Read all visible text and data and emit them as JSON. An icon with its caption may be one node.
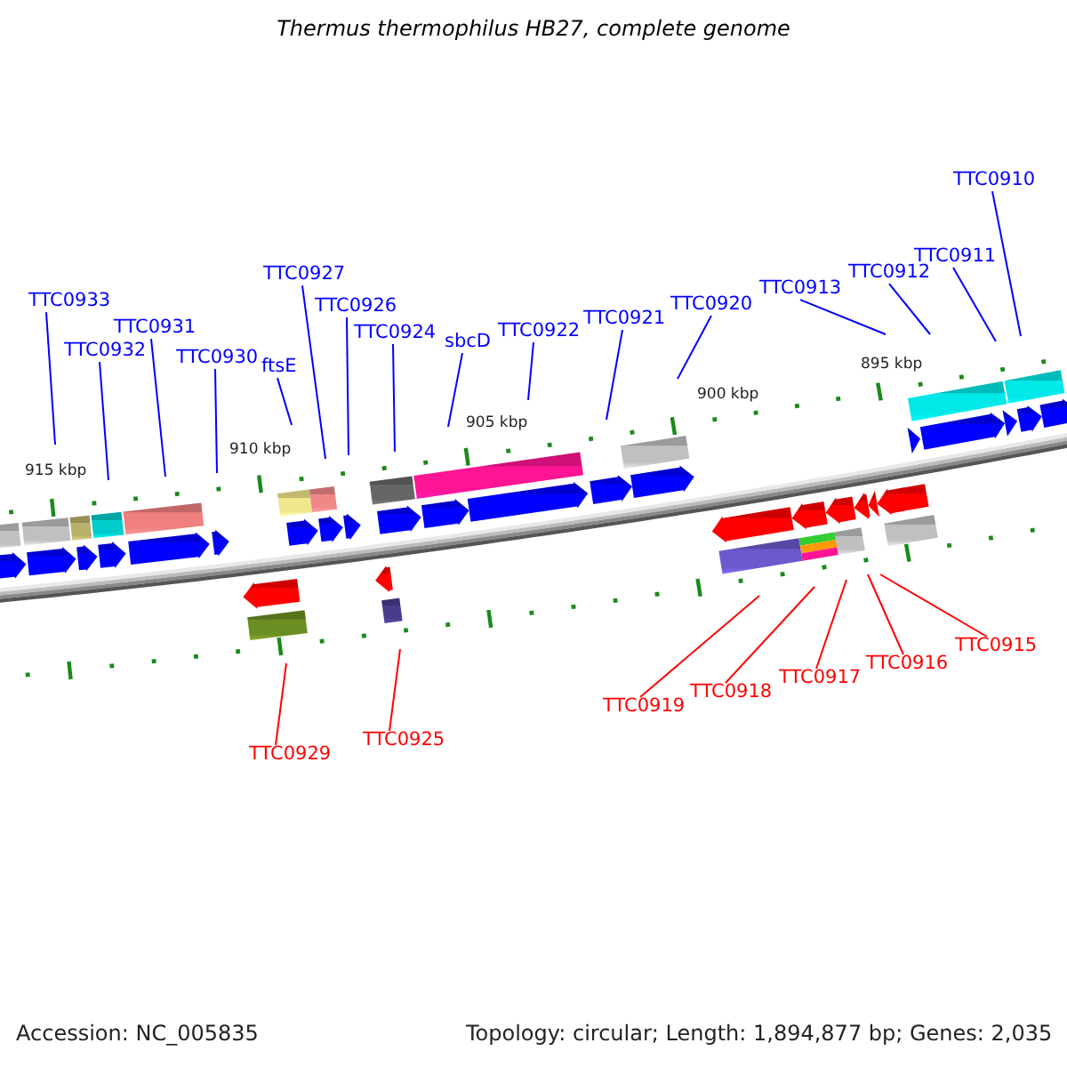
{
  "diagram": {
    "title": "Thermus thermophilus HB27, complete genome",
    "nodes": [
      {
        "text": [
          "TTC0933"
        ]
      },
      {
        "text": [
          "TTC0932"
        ]
      },
      {
        "text": [
          "TTC0931"
        ]
      },
      {
        "text": [
          "TTC0930"
        ]
      },
      {
        "text": [
          "ftsE"
        ]
      },
      {
        "text": [
          "TTC0927"
        ]
      },
      {
        "text": [
          "TTC0926"
        ]
      },
      {
        "text": [
          "TTC0924"
        ]
      },
      {
        "text": [
          "sbcD"
        ]
      },
      {
        "text": [
          "TTC0922"
        ]
      },
      {
        "text": [
          "TTC0921"
        ]
      },
      {
        "text": [
          "TTC0920"
        ]
      },
      {
        "text": [
          "TTC0913"
        ]
      },
      {
        "text": [
          "TTC0912"
        ]
      },
      {
        "text": [
          "TTC0911"
        ]
      },
      {
        "text": [
          "TTC0910"
        ]
      },
      {
        "text": [
          "TTC0929"
        ]
      },
      {
        "text": [
          "TTC0925"
        ]
      },
      {
        "text": [
          "TTC0919"
        ]
      },
      {
        "text": [
          "TTC0918"
        ]
      },
      {
        "text": [
          "TTC0917"
        ]
      },
      {
        "text": [
          "TTC0916"
        ]
      },
      {
        "text": [
          "TTC0915"
        ]
      }
    ],
    "edges": [
      {
        "from": 0,
        "to": null,
        "arrow": "none"
      },
      {
        "from": 1,
        "to": null,
        "arrow": "none"
      },
      {
        "from": 2,
        "to": null,
        "arrow": "none"
      },
      {
        "from": 3,
        "to": null,
        "arrow": "none"
      },
      {
        "from": 4,
        "to": null,
        "arrow": "none"
      },
      {
        "from": 5,
        "to": null,
        "arrow": "none"
      },
      {
        "from": 6,
        "to": null,
        "arrow": "none"
      },
      {
        "from": 7,
        "to": null,
        "arrow": "none"
      },
      {
        "from": 8,
        "to": null,
        "arrow": "none"
      },
      {
        "from": 9,
        "to": null,
        "arrow": "none"
      },
      {
        "from": 10,
        "to": null,
        "arrow": "none"
      },
      {
        "from": 11,
        "to": null,
        "arrow": "none"
      },
      {
        "from": 12,
        "to": null,
        "arrow": "none"
      },
      {
        "from": 13,
        "to": null,
        "arrow": "none"
      },
      {
        "from": 14,
        "to": null,
        "arrow": "none"
      },
      {
        "from": 15,
        "to": null,
        "arrow": "none"
      },
      {
        "from": 16,
        "to": null,
        "arrow": "none",
        "color": "#ff0000"
      },
      {
        "from": 17,
        "to": null,
        "arrow": "none",
        "color": "#ff0000"
      },
      {
        "from": 18,
        "to": null,
        "arrow": "none",
        "color": "#ff0000"
      },
      {
        "from": 19,
        "to": null,
        "arrow": "none",
        "color": "#ff0000"
      },
      {
        "from": 20,
        "to": null,
        "arrow": "none",
        "color": "#ff0000"
      },
      {
        "from": 21,
        "to": null,
        "arrow": "none",
        "color": "#ff0000"
      },
      {
        "from": 22,
        "to": null,
        "arrow": "none",
        "color": "#ff0000"
      }
    ],
    "labels": [
      "895 kbp",
      "900 kbp",
      "905 kbp",
      "910 kbp",
      "915 kbp",
      "Accession: NC_005835",
      "Topology: circular; Length: 1,894,877 bp; Genes: 2,035"
    ]
  }
}
